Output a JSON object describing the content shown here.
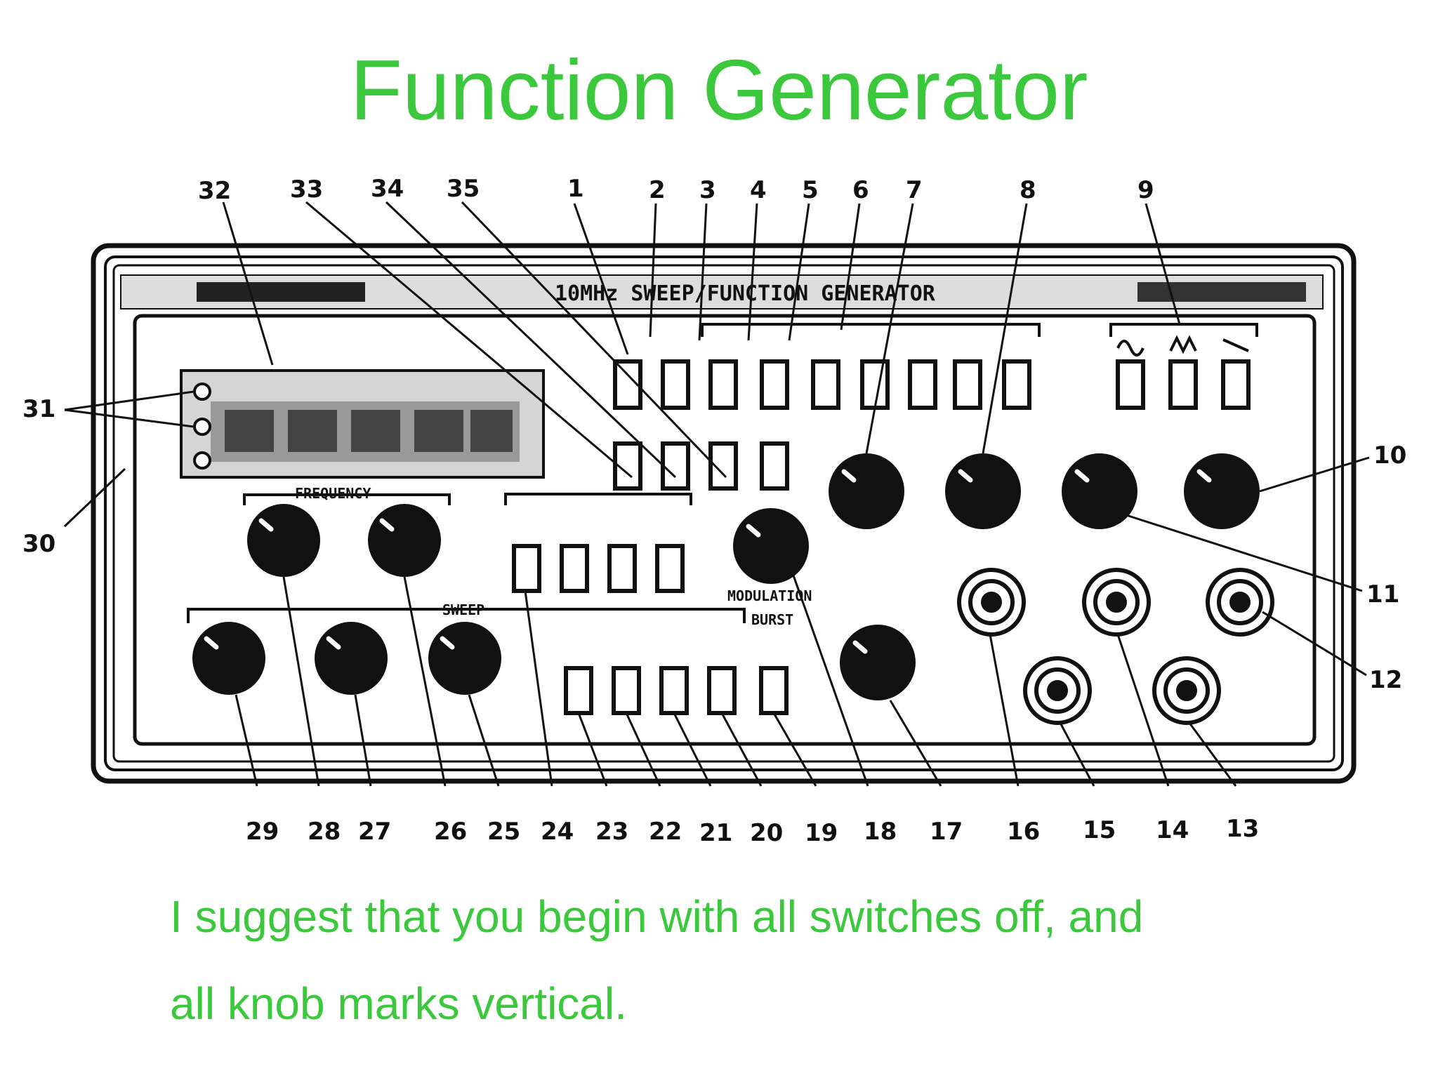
{
  "title": "Function Generator",
  "caption_lines": [
    "I suggest that you begin with all switches off, and",
    "all knob marks vertical."
  ],
  "panel": {
    "header_model": "10MHz SWEEP/FUNCTION GENERATOR",
    "display_section_label": "FREQUENCY",
    "modulation_label": "MODULATION",
    "sweep_label": "SWEEP",
    "burst_label": "BURST"
  },
  "callout_numbers": {
    "top": [
      "32",
      "33",
      "34",
      "35",
      "1",
      "2",
      "3",
      "4",
      "5",
      "6",
      "7",
      "8",
      "9"
    ],
    "right": [
      "10",
      "11",
      "12"
    ],
    "left": [
      "31",
      "30"
    ],
    "bottom": [
      "29",
      "28",
      "27",
      "26",
      "25",
      "24",
      "23",
      "22",
      "21",
      "20",
      "19",
      "18",
      "17",
      "16",
      "15",
      "14",
      "13"
    ]
  },
  "colors": {
    "accent_text": "#3cc83c",
    "ink": "#111111",
    "background": "#ffffff"
  }
}
